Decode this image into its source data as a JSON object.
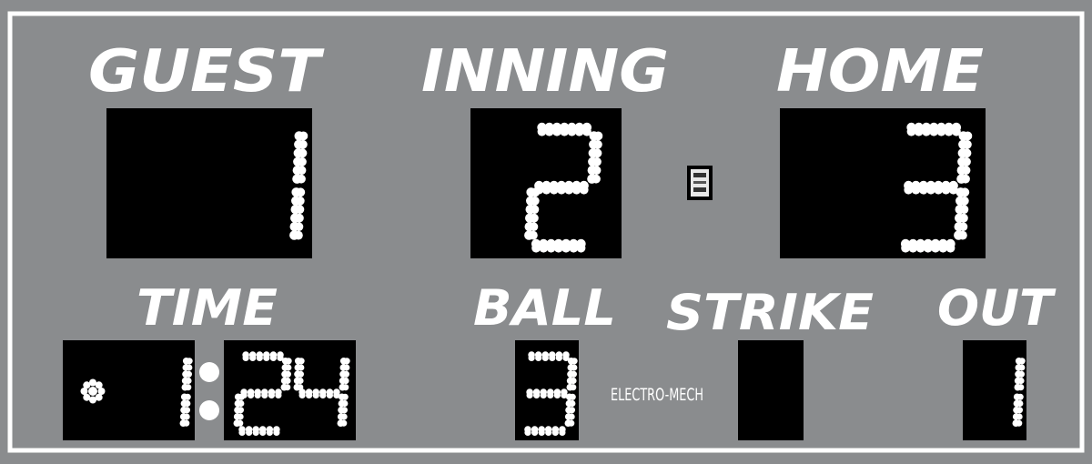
{
  "labels": {
    "guest": "GUEST",
    "inning": "INNING",
    "home": "HOME",
    "time": "TIME",
    "ball": "BALL",
    "strike": "STRIKE",
    "out": "OUT"
  },
  "brand": "ELECTRO-MECH",
  "display": {
    "guest_score": "1",
    "inning": "2",
    "home_score": "3",
    "time_minutes": "1",
    "time_seconds": "24",
    "ball": "3",
    "strike": "",
    "out": "1"
  },
  "colors": {
    "panel": "#8a8c8e",
    "frame": "#ffffff",
    "window": "#000000",
    "lamp": "#ffffff"
  }
}
